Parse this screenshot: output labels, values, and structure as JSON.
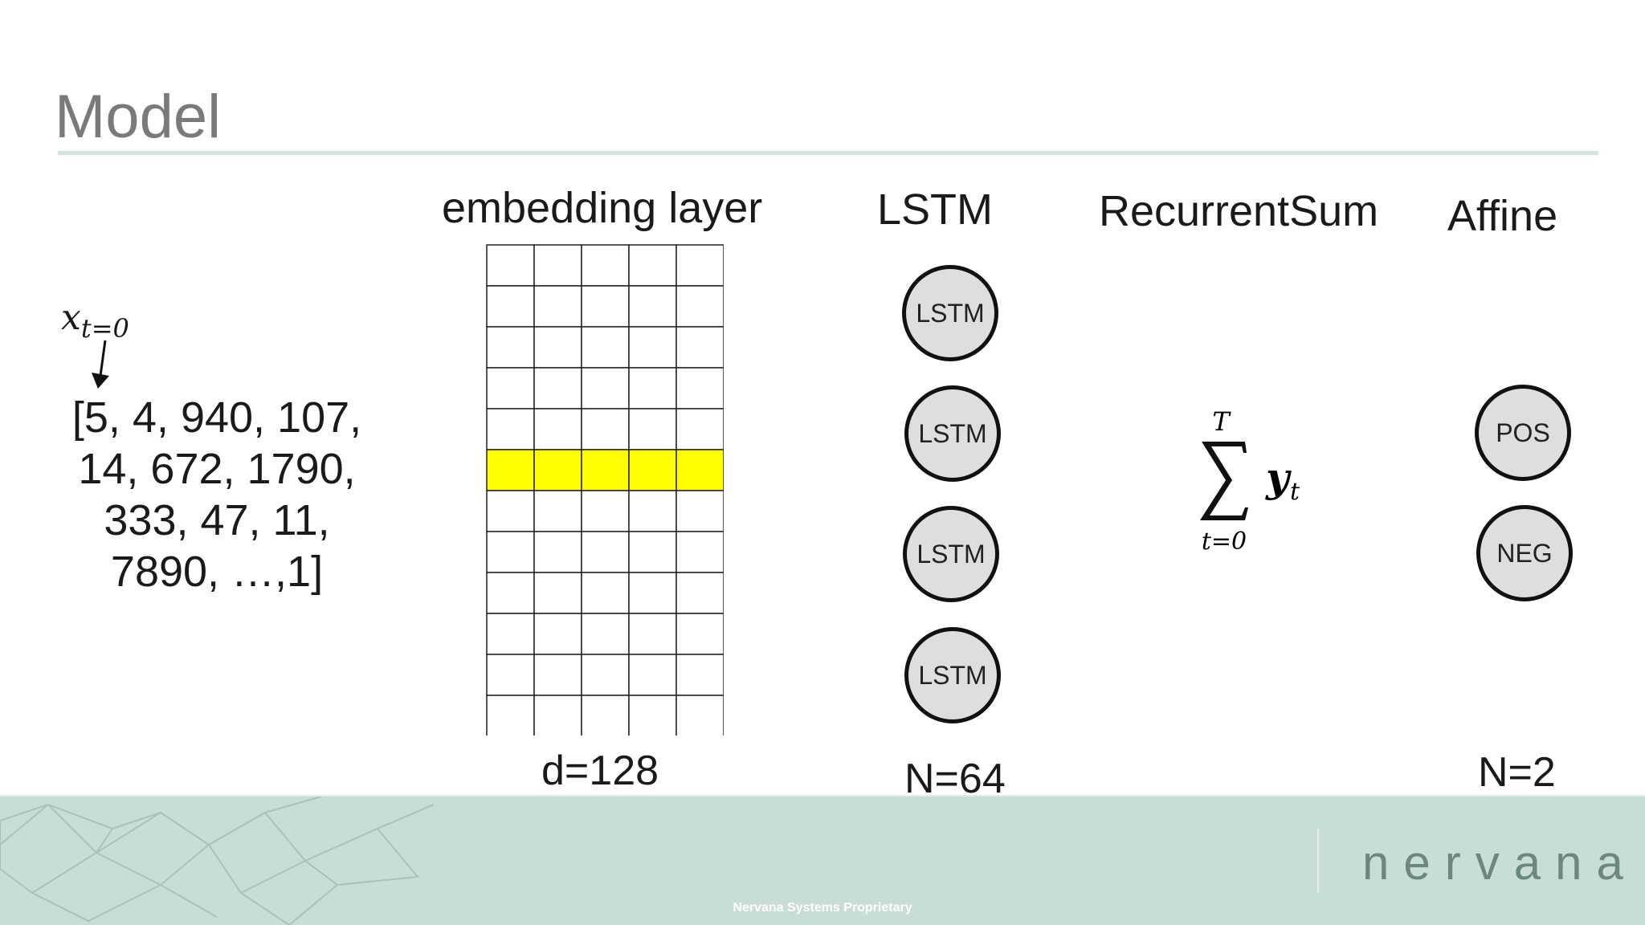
{
  "slide": {
    "title": "Model",
    "footer_brand": "nervana",
    "footer_note": "Nervana Systems Proprietary"
  },
  "input": {
    "symbol": "x",
    "subscript": "t=0",
    "sequence_lines": [
      "[5, 4, 940, 107,",
      "14, 672, 1790,",
      "333, 47, 11,",
      "7890, …,1]"
    ]
  },
  "embedding": {
    "heading": "embedding layer",
    "dim_label": "d=128",
    "rows": 12,
    "cols": 5,
    "highlight_row": 5,
    "highlight_color": "#ffff00"
  },
  "lstm": {
    "heading": "LSTM",
    "node_labels": [
      "LSTM",
      "LSTM",
      "LSTM",
      "LSTM"
    ],
    "size_label": "N=64",
    "node_fill": "#dedede"
  },
  "recurrent_sum": {
    "heading": "RecurrentSum",
    "upper_limit": "T",
    "lower_limit": "t=0",
    "term": "y",
    "term_subscript": "t"
  },
  "affine": {
    "heading": "Affine",
    "node_labels": [
      "POS",
      "NEG"
    ],
    "size_label": "N=2"
  },
  "colors": {
    "title": "#7a7a7a",
    "accent_rule": "#d3e4de",
    "footer_bg": "#c9ddd7",
    "brand": "#6b8780"
  }
}
